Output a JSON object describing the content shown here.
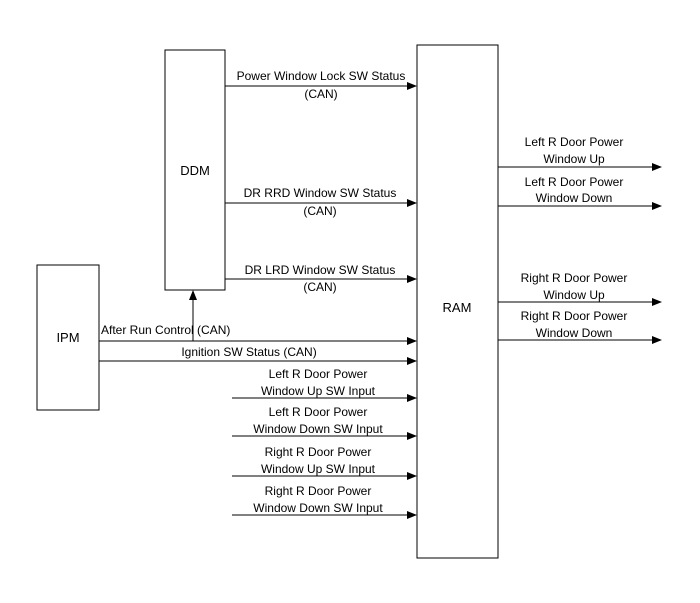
{
  "blocks": {
    "ddm": "DDM",
    "ipm": "IPM",
    "ram": "RAM"
  },
  "signals": {
    "power_window_lock": [
      "Power Window Lock SW Status",
      "(CAN)"
    ],
    "dr_rrd_window": [
      "DR RRD Window SW Status",
      "(CAN)"
    ],
    "dr_lrd_window": [
      "DR LRD Window SW Status",
      "(CAN)"
    ],
    "after_run_control": [
      "After Run Control (CAN)"
    ],
    "ignition_status": [
      "Ignition SW Status (CAN)"
    ],
    "left_door_up_input": [
      "Left R Door Power",
      "Window Up SW Input"
    ],
    "left_door_down_input": [
      "Left R Door Power",
      "Window Down SW Input"
    ],
    "right_door_up_input": [
      "Right R Door Power",
      "Window Up SW Input"
    ],
    "right_door_down_input": [
      "Right R Door Power",
      "Window Down SW Input"
    ],
    "left_door_up_out": [
      "Left R Door Power",
      "Window Up"
    ],
    "left_door_down_out": [
      "Left R Door Power",
      "Window Down"
    ],
    "right_door_up_out": [
      "Right R Door Power",
      "Window Up"
    ],
    "right_door_down_out": [
      "Right R Door Power",
      "Window Down"
    ]
  }
}
